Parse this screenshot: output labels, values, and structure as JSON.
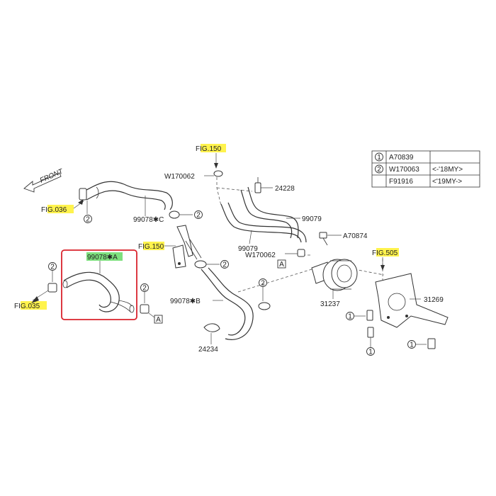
{
  "front_label": "FRONT",
  "fig_refs": {
    "fig036": {
      "prefix": "F",
      "highlight": "IG.036",
      "suffix": ""
    },
    "fig035": {
      "prefix": "F",
      "highlight": "IG.035",
      "suffix": ""
    },
    "fig150_top": {
      "prefix": "F",
      "highlight": "IG.150",
      "suffix": ""
    },
    "fig150_mid": {
      "prefix": "F",
      "highlight": "IG.150",
      "suffix": ""
    },
    "fig505": {
      "prefix": "F",
      "highlight": "IG.50",
      "suffix": "5"
    }
  },
  "part_labels": {
    "p99078c": "99078✱C",
    "p99078a": "99078✱A",
    "p99078b": "99078✱B",
    "p24234": "24234",
    "p99079_a": "99079",
    "p99079_b": "99079",
    "p24228": "24228",
    "pw170062_top": "W170062",
    "pw170062_mid": "W170062",
    "pa70874": "A70874",
    "p31237": "31237",
    "p31269": "31269"
  },
  "circle_marks": {
    "one": "1",
    "two": "2"
  },
  "box_marker": "A",
  "legend": {
    "rows": [
      {
        "num": "1",
        "part": "A70839",
        "note": ""
      },
      {
        "num": "2",
        "part": "W170063",
        "note": "<-'18MY>"
      },
      {
        "num": "",
        "part": "F91916",
        "note": "<'19MY->"
      }
    ]
  },
  "colors": {
    "highlight_yellow": "#fff34d",
    "highlight_green": "#7ee07e",
    "selection_box": "#d9232d"
  }
}
